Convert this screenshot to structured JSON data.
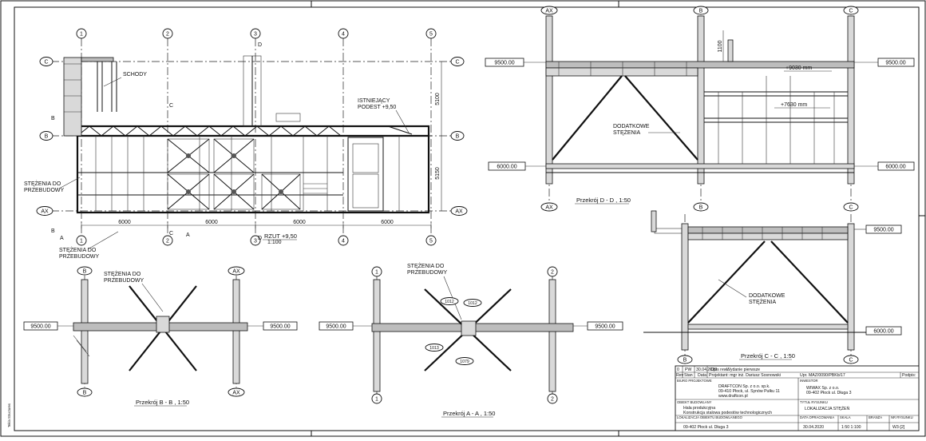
{
  "plan": {
    "axes_x": [
      "1",
      "2",
      "3",
      "4",
      "5"
    ],
    "axes_y": [
      "C",
      "B",
      "AX"
    ],
    "dims_x": [
      "6000",
      "6000",
      "6000",
      "6000"
    ],
    "dims_y": [
      "5100",
      "5150"
    ],
    "labels": {
      "schody": "SCHODY",
      "istniejacy_1": "ISTNIEJĄCY",
      "istniejacy_2": "PODEST +9,50",
      "stezenia_1": "STĘŻENIA DO",
      "stezenia_2": "PRZEBUDOWY",
      "stezenia2_1": "STĘŻENIA DO",
      "stezenia2_2": "PRZEBUDOWY"
    },
    "markers": {
      "b": "B",
      "a": "A",
      "c": "C",
      "d": "D"
    },
    "caption": "RZUT +9,50",
    "scale": "1:100"
  },
  "sec_dd": {
    "axes": [
      "AX",
      "B",
      "C"
    ],
    "levels": {
      "top_left": "9500.00",
      "top_right": "9500.00",
      "bot_left": "6000.00",
      "bot_right": "6000.00"
    },
    "dim_v": "1100",
    "dim_a": "+9030 mm",
    "dim_b": "+7630 mm",
    "label_1": "DODATKOWE",
    "label_2": "STĘŻENIA",
    "caption": "Przekrój D - D , 1:50"
  },
  "sec_cc": {
    "axes": [
      "B",
      "C"
    ],
    "levels": {
      "top": "9500.00",
      "bot": "6000.00"
    },
    "label_1": "DODATKOWE",
    "label_2": "STĘŻENIA",
    "caption": "Przekrój C - C , 1:50"
  },
  "sec_bb": {
    "axes": [
      "B",
      "AX"
    ],
    "levels": {
      "left": "9500.00",
      "right": "9500.00"
    },
    "label_1": "STĘŻENIA DO",
    "label_2": "PRZEBUDOWY",
    "caption": "Przekrój B - B , 1:50"
  },
  "sec_aa": {
    "axes": [
      "1",
      "2"
    ],
    "levels": {
      "left": "9500.00",
      "right": "9500.00"
    },
    "label_1": "STĘŻENIA DO",
    "label_2": "PRZEBUDOWY",
    "callouts": [
      "1012",
      "1012",
      "1013",
      "1079"
    ],
    "caption": "Przekrój A - A , 1:50"
  },
  "title_block": {
    "rev_hdr": [
      "Rev",
      "Stan",
      "Data"
    ],
    "rev_row": [
      "0",
      "PW",
      "30.04.2020"
    ],
    "opis_label": "Opis rew.:",
    "opis": "Wydanie pierwsze",
    "projektant": "Projektant: mgr inż. Dariusz Sosnowski",
    "uprawnienia": "Upr. MAZ/0090/PBKb/17",
    "podpis": "Podpis:",
    "biuro_label": "BIURO PROJEKTOWE",
    "biuro_1": "DRAFTCON Sp. z o.o. sp.k.",
    "biuro_2": "09-410 Płock, ul. Synów Pułku 11",
    "biuro_3": "www.draftcon.pl",
    "inwestor_label": "INWESTOR",
    "inwestor_1": "WIWAX Sp. z o.o.",
    "inwestor_2": "09-402 Płock ul. Długa 3",
    "obiekt_label": "OBIEKT BUDOWLANY",
    "obiekt_1": "Hala produkcyjna",
    "obiekt_2": "Konstrukcja stalowa podestów technologicznych",
    "tytul_label": "TYTUŁ RYSUNKU",
    "tytul": "LOKALIZACJA STĘŻEŃ",
    "lok_label": "LOKALIZACJA OBIEKTU BUDOWLANEGO",
    "lok": "09-402 Płock ul. Długa 3",
    "data_label": "DATA OPRACOWANIA",
    "data": "30.04.2020",
    "skala_label": "SKALA",
    "skala": "1:50 1:100",
    "branza_label": "BRANŻA",
    "nr_label": "NR RYSUNKU",
    "nr": "W3-[2]"
  },
  "side_label": "Tekla Structures"
}
